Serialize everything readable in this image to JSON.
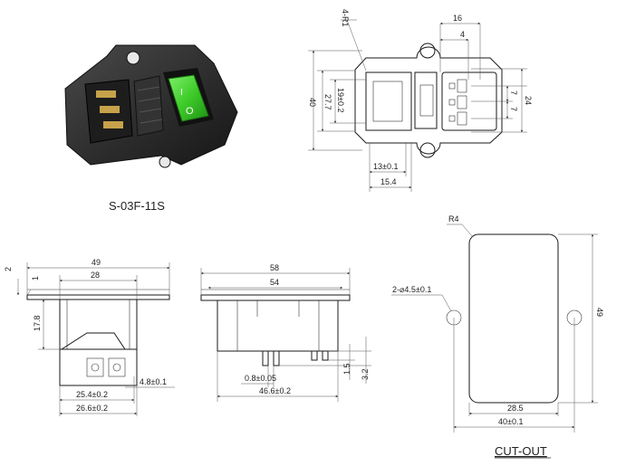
{
  "product": {
    "model": "S-03F-11S",
    "switch_marks": {
      "on": "I",
      "off": "O"
    },
    "colors": {
      "housing": "#2b2b2b",
      "switch": "#3fcc2a",
      "pins": "#c7a24a"
    }
  },
  "top_view": {
    "corner_radius": "4-R1",
    "dims": {
      "width_inner": "16",
      "pin_pitch": "4",
      "height_outer": "40",
      "height_mid": "27.7",
      "height_inner": "19±0.2",
      "right_total": "24",
      "right_pitch_a": "7",
      "right_pitch_b": "7",
      "bottom_a": "13±0.1",
      "bottom_b": "15.4"
    }
  },
  "front_view": {
    "dims": {
      "total_width": "49",
      "flange_width": "28",
      "top_offset": "2",
      "flange_thickness": "1",
      "height": "17.8",
      "pin_spacing": "25.4±0.2",
      "pin_total": "26.6±0.2",
      "pin_width": "4.8±0.1"
    }
  },
  "side_view": {
    "dims": {
      "total_width": "58",
      "inner_width": "54",
      "pin_thickness": "0.8±0.05",
      "pin_length": "1.5",
      "pin_height": "3.2",
      "base_width": "46.6±0.2"
    }
  },
  "cutout": {
    "title": "CUT-OUT",
    "dims": {
      "corner_radius": "R4",
      "holes": "2-⌀4.5±0.1",
      "height": "49",
      "hole_spacing": "28.5",
      "width": "40±0.1"
    }
  }
}
